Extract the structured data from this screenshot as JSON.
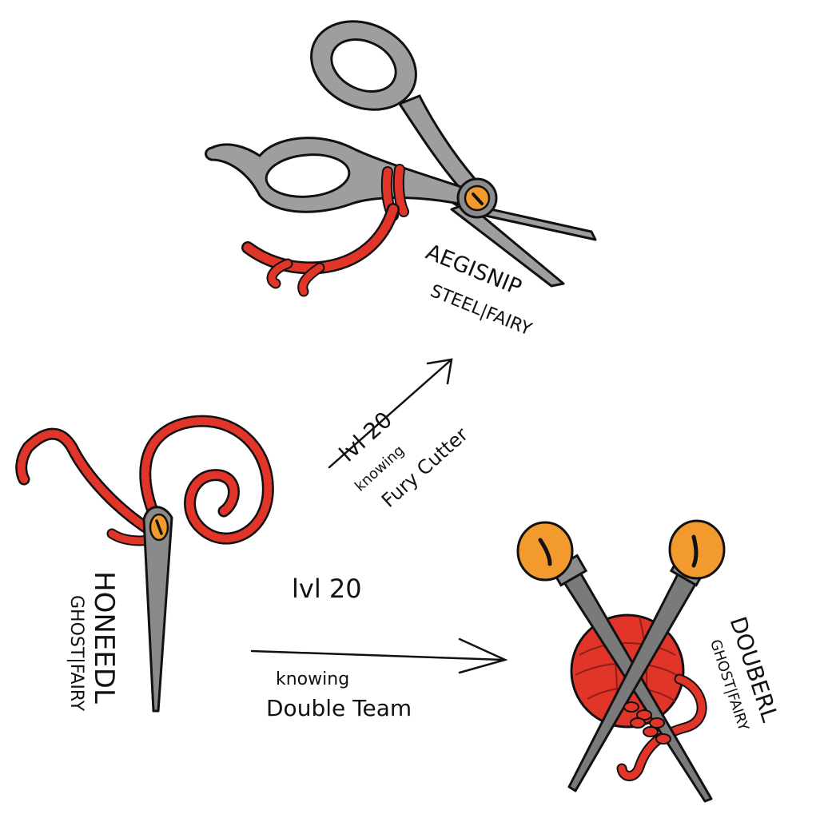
{
  "creatures": [
    {
      "name": "AEGISNIP",
      "types": "STEEL|FAIRY"
    },
    {
      "name": "HONEEDL",
      "types": "GHOST|FAIRY"
    },
    {
      "name": "DOUBERL",
      "types": "GHOST|FAIRY"
    }
  ],
  "evolutions": [
    {
      "level": "lvl 20",
      "condition_prefix": "knowing",
      "move": "Fury Cutter"
    },
    {
      "level": "lvl 20",
      "condition_prefix": "knowing",
      "move": "Double Team"
    }
  ],
  "colors": {
    "metal": "#9e9e9e",
    "metal_dark": "#6f6f6f",
    "thread": "#e2352a",
    "eye": "#f29a2e",
    "outline": "#111111"
  }
}
